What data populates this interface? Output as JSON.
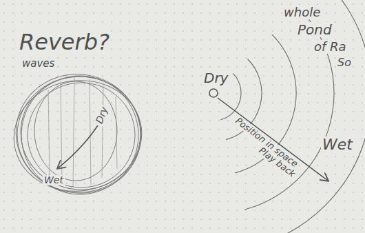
{
  "diagram": {
    "labels": [
      "Reverb?",
      "whole",
      "Pond",
      "of Ra",
      "So",
      "waves",
      "Dry",
      "Dry",
      "Wet",
      "Position in space",
      "Play back",
      "Wet"
    ]
  }
}
